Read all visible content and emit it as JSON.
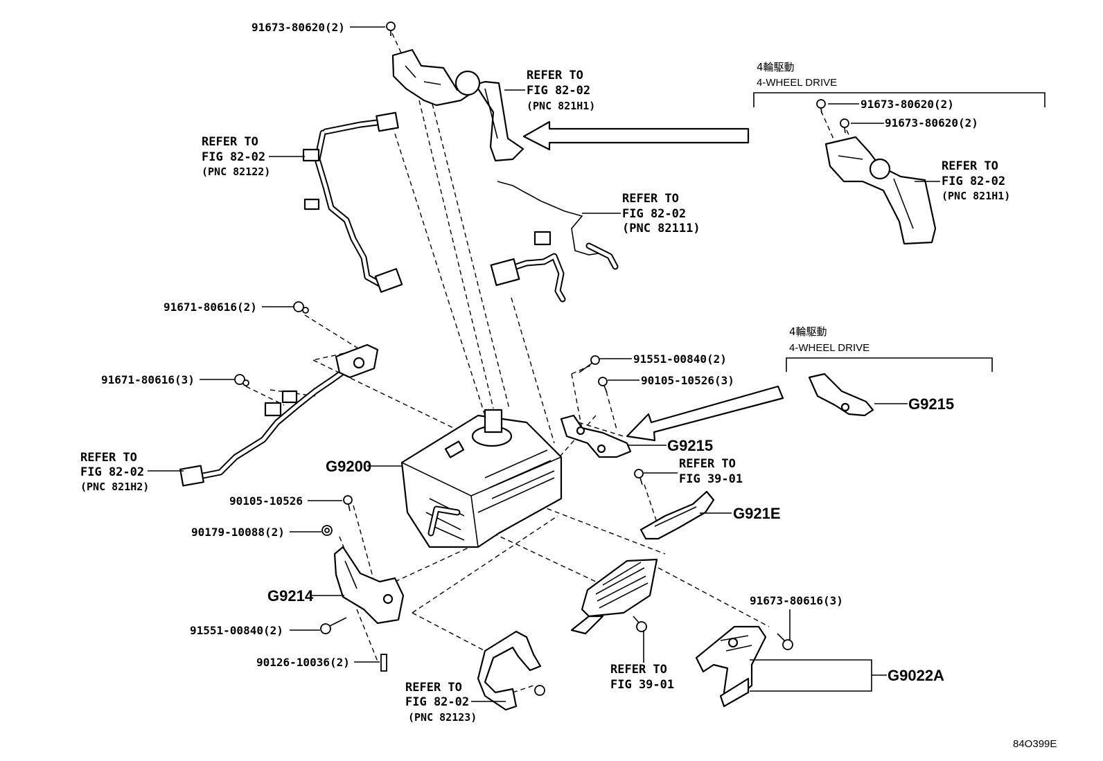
{
  "diagram": {
    "callouts": {
      "c01": "91673-80620(2)",
      "c02": "91673-80620(2)",
      "c03": "91673-80620(2)",
      "c04": "91671-80616(2)",
      "c05": "91671-80616(3)",
      "c06": "91551-00840(2)",
      "c07": "90105-10526(3)",
      "c08": "90105-10526",
      "c09": "90179-10088(2)",
      "c10": "91551-00840(2)",
      "c11": "90126-10036(2)",
      "c12": "91673-80616(3)"
    },
    "refer_notes": {
      "r1": {
        "l1": "REFER TO",
        "l2": "FIG 82-02",
        "l3": "(PNC 821H1)"
      },
      "r2": {
        "l1": "REFER TO",
        "l2": "FIG 82-02",
        "l3": "(PNC 82122)"
      },
      "r3": {
        "l1": "REFER TO",
        "l2": "FIG 82-02",
        "l3": "(PNC 82111)"
      },
      "r4": {
        "l1": "REFER TO",
        "l2": "FIG 82-02",
        "l3": "(PNC 821H1)"
      },
      "r5": {
        "l1": "REFER TO",
        "l2": "FIG 82-02",
        "l3": "(PNC 821H2)"
      },
      "r6": {
        "l1": "REFER TO",
        "l2": "FIG 39-01"
      },
      "r7": {
        "l1": "REFER TO",
        "l2": "FIG 39-01"
      },
      "r8": {
        "l1": "REFER TO",
        "l2": "FIG 82-02",
        "l3": "(PNC 82123)"
      }
    },
    "group_labels": {
      "g9200": "G9200",
      "g9215a": "G9215",
      "g9215b": "G9215",
      "g921e": "G921E",
      "g9214": "G9214",
      "g9022a": "G9022A"
    },
    "variant_boxes": {
      "box1": {
        "jp": "4輪駆動",
        "en": "4-WHEEL DRIVE"
      },
      "box2": {
        "jp": "4輪駆動",
        "en": "4-WHEEL DRIVE"
      }
    },
    "figure_code": "84O399E"
  }
}
